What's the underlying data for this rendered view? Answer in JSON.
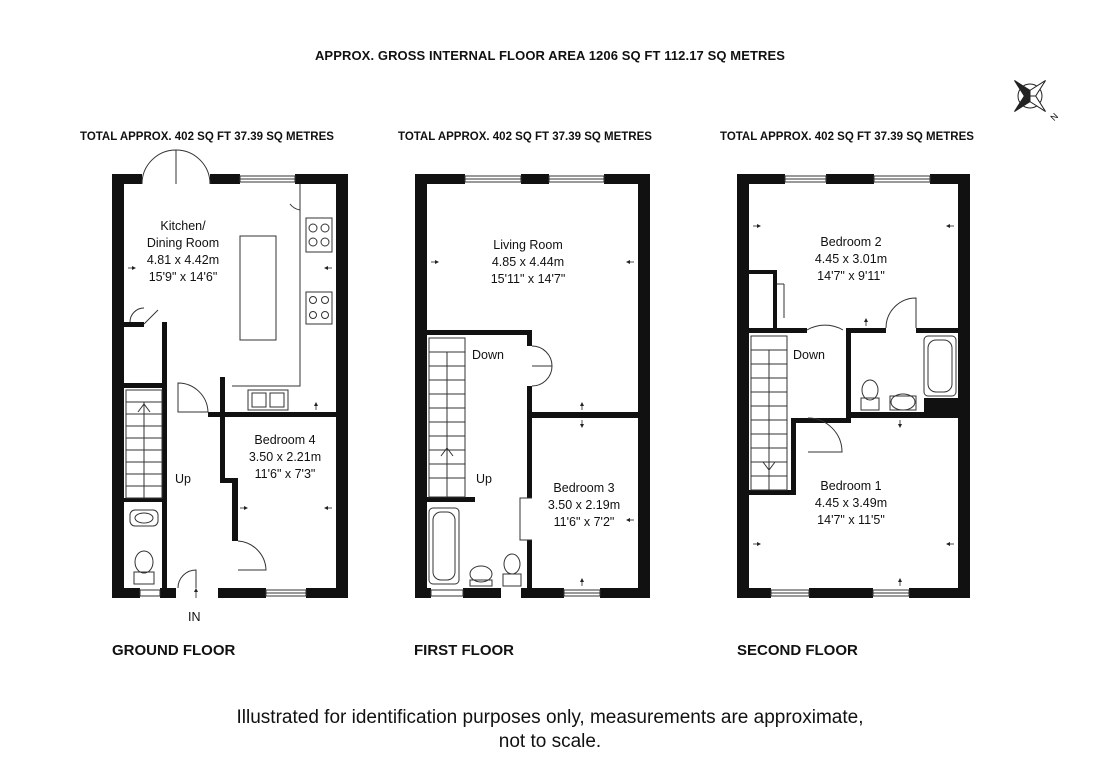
{
  "header": {
    "gross_area": "APPROX. GROSS INTERNAL FLOOR AREA 1206 SQ FT 112.17 SQ METRES"
  },
  "compass": {
    "north_label": "N"
  },
  "floors": [
    {
      "name": "GROUND FLOOR",
      "total": "TOTAL APPROX.  402 SQ FT  37.39 SQ METRES",
      "rooms": [
        {
          "name_line1": "Kitchen/",
          "name_line2": "Dining Room",
          "metric": "4.81 x 4.42m",
          "imperial": "15'9\" x 14'6\""
        },
        {
          "name_line1": "Bedroom 4",
          "metric": "3.50 x 2.21m",
          "imperial": "11'6\" x 7'3\""
        }
      ],
      "labels": {
        "up": "Up",
        "entrance": "IN"
      }
    },
    {
      "name": "FIRST FLOOR",
      "total": "TOTAL APPROX.  402 SQ FT  37.39 SQ METRES",
      "rooms": [
        {
          "name_line1": "Living Room",
          "metric": "4.85 x 4.44m",
          "imperial": "15'11\" x 14'7\""
        },
        {
          "name_line1": "Bedroom 3",
          "metric": "3.50 x 2.19m",
          "imperial": "11'6\" x 7'2\""
        }
      ],
      "labels": {
        "up": "Up",
        "down": "Down"
      }
    },
    {
      "name": "SECOND FLOOR",
      "total": "TOTAL APPROX.  402 SQ FT  37.39 SQ METRES",
      "rooms": [
        {
          "name_line1": "Bedroom 2",
          "metric": "4.45 x 3.01m",
          "imperial": "14'7\" x 9'11\""
        },
        {
          "name_line1": "Bedroom 1",
          "metric": "4.45 x 3.49m",
          "imperial": "14'7\" x 11'5\""
        }
      ],
      "labels": {
        "down": "Down"
      }
    }
  ],
  "footer": {
    "disclaimer_line1": "Illustrated for identification purposes only, measurements are approximate,",
    "disclaimer_line2": "not to scale."
  },
  "colors": {
    "wall": "#111111",
    "line": "#333333",
    "background": "#ffffff"
  }
}
